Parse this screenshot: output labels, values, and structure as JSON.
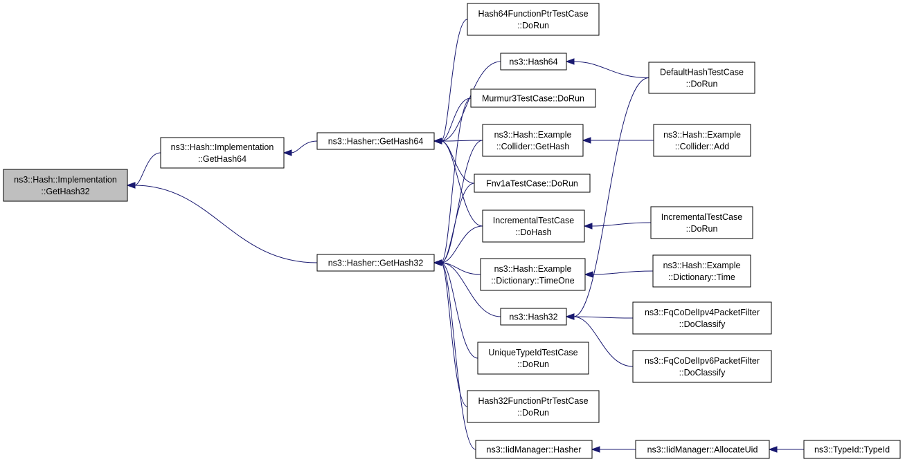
{
  "graph": {
    "nodes": [
      {
        "id": "hi32",
        "lines": [
          "ns3::Hash::Implementation",
          "::GetHash32"
        ],
        "focus": true
      },
      {
        "id": "hi64",
        "lines": [
          "ns3::Hash::Implementation",
          "::GetHash64"
        ]
      },
      {
        "id": "hgh64",
        "lines": [
          "ns3::Hasher::GetHash64"
        ]
      },
      {
        "id": "hgh32",
        "lines": [
          "ns3::Hasher::GetHash32"
        ]
      },
      {
        "id": "h64fp",
        "lines": [
          "Hash64FunctionPtrTestCase",
          "::DoRun"
        ]
      },
      {
        "id": "hash64",
        "lines": [
          "ns3::Hash64"
        ]
      },
      {
        "id": "mm3",
        "lines": [
          "Murmur3TestCase::DoRun"
        ]
      },
      {
        "id": "colgh",
        "lines": [
          "ns3::Hash::Example",
          "::Collider::GetHash"
        ]
      },
      {
        "id": "fnv",
        "lines": [
          "Fnv1aTestCase::DoRun"
        ]
      },
      {
        "id": "incdh",
        "lines": [
          "IncrementalTestCase",
          "::DoHash"
        ]
      },
      {
        "id": "dict1",
        "lines": [
          "ns3::Hash::Example",
          "::Dictionary::TimeOne"
        ]
      },
      {
        "id": "hash32",
        "lines": [
          "ns3::Hash32"
        ]
      },
      {
        "id": "uniq",
        "lines": [
          "UniqueTypeIdTestCase",
          "::DoRun"
        ]
      },
      {
        "id": "h32fp",
        "lines": [
          "Hash32FunctionPtrTestCase",
          "::DoRun"
        ]
      },
      {
        "id": "iidh",
        "lines": [
          "ns3::IidManager::Hasher"
        ]
      },
      {
        "id": "defh",
        "lines": [
          "DefaultHashTestCase",
          "::DoRun"
        ]
      },
      {
        "id": "coladd",
        "lines": [
          "ns3::Hash::Example",
          "::Collider::Add"
        ]
      },
      {
        "id": "incrun",
        "lines": [
          "IncrementalTestCase",
          "::DoRun"
        ]
      },
      {
        "id": "dictt",
        "lines": [
          "ns3::Hash::Example",
          "::Dictionary::Time"
        ]
      },
      {
        "id": "fq4",
        "lines": [
          "ns3::FqCoDelIpv4PacketFilter",
          "::DoClassify"
        ]
      },
      {
        "id": "fq6",
        "lines": [
          "ns3::FqCoDelIpv6PacketFilter",
          "::DoClassify"
        ]
      },
      {
        "id": "iidau",
        "lines": [
          "ns3::IidManager::AllocateUid"
        ]
      },
      {
        "id": "tid",
        "lines": [
          "ns3::TypeId::TypeId"
        ]
      }
    ],
    "edges": [
      {
        "from": "hi64",
        "to": "hi32"
      },
      {
        "from": "hgh32",
        "to": "hi32"
      },
      {
        "from": "hgh64",
        "to": "hi64"
      },
      {
        "from": "h64fp",
        "to": "hgh64"
      },
      {
        "from": "hash64",
        "to": "hgh64"
      },
      {
        "from": "mm3",
        "to": "hgh64"
      },
      {
        "from": "colgh",
        "to": "hgh64"
      },
      {
        "from": "fnv",
        "to": "hgh64"
      },
      {
        "from": "incdh",
        "to": "hgh64"
      },
      {
        "from": "mm3",
        "to": "hgh32"
      },
      {
        "from": "colgh",
        "to": "hgh32"
      },
      {
        "from": "fnv",
        "to": "hgh32"
      },
      {
        "from": "incdh",
        "to": "hgh32"
      },
      {
        "from": "dict1",
        "to": "hgh32"
      },
      {
        "from": "hash32",
        "to": "hgh32"
      },
      {
        "from": "uniq",
        "to": "hgh32"
      },
      {
        "from": "h32fp",
        "to": "hgh32"
      },
      {
        "from": "iidh",
        "to": "hgh32"
      },
      {
        "from": "defh",
        "to": "hash64"
      },
      {
        "from": "defh",
        "to": "hash32"
      },
      {
        "from": "coladd",
        "to": "colgh"
      },
      {
        "from": "incrun",
        "to": "incdh"
      },
      {
        "from": "dictt",
        "to": "dict1"
      },
      {
        "from": "fq4",
        "to": "hash32"
      },
      {
        "from": "fq6",
        "to": "hash32"
      },
      {
        "from": "iidau",
        "to": "iidh"
      },
      {
        "from": "tid",
        "to": "iidau"
      }
    ]
  }
}
